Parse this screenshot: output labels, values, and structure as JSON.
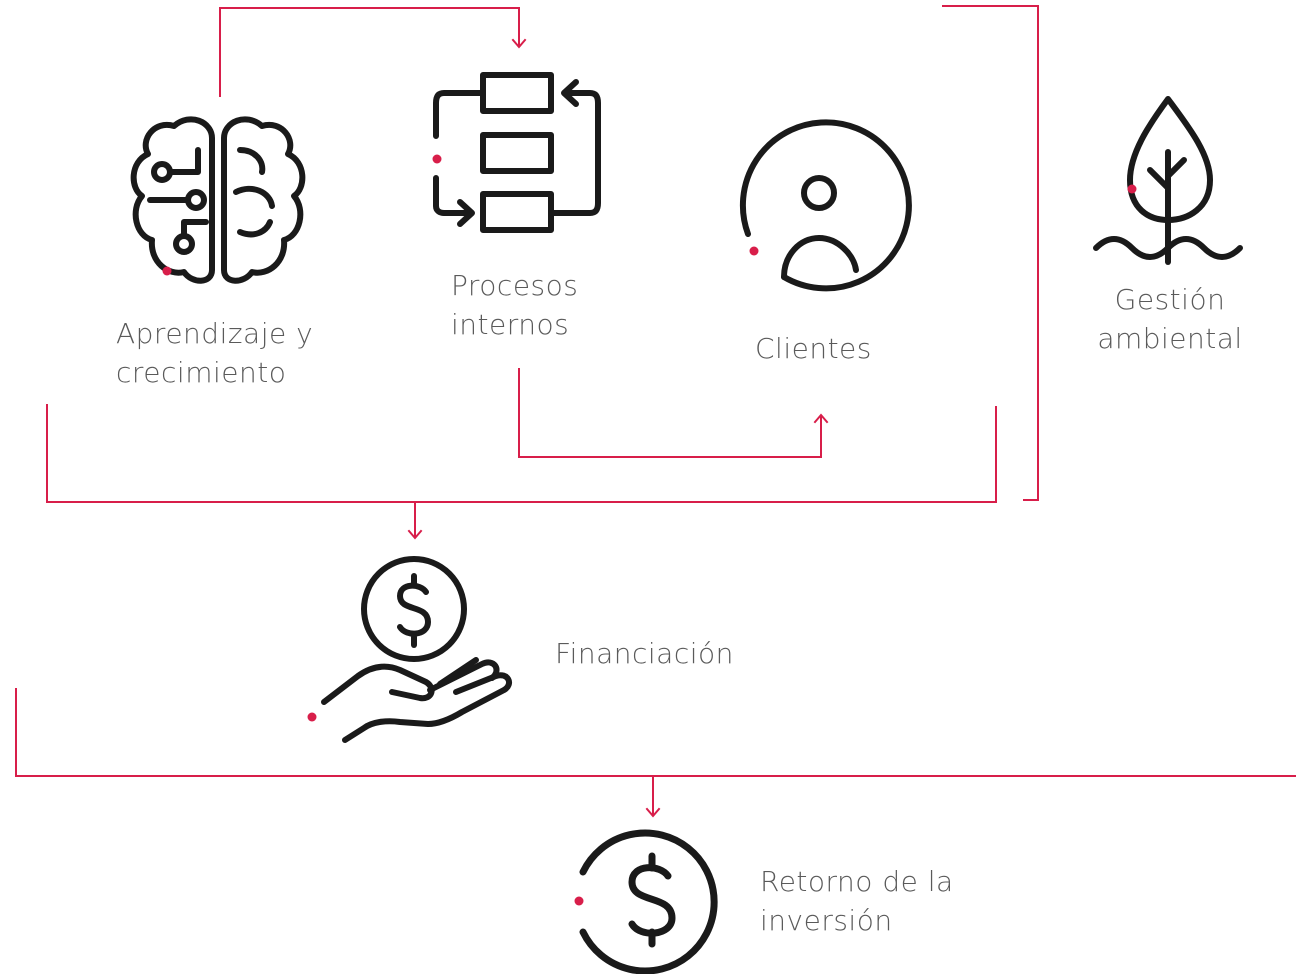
{
  "colors": {
    "accent": "#d81e4a",
    "icon": "#1a1a1a",
    "text": "#5a5a5a"
  },
  "nodes": {
    "aprendizaje": {
      "icon": "brain-icon",
      "lines": [
        "Aprendizaje y",
        "crecimiento"
      ]
    },
    "procesos": {
      "icon": "process-flow-icon",
      "lines": [
        "Procesos",
        "internos"
      ]
    },
    "clientes": {
      "icon": "user-circle-icon",
      "lines": [
        "Clientes"
      ]
    },
    "gestion": {
      "icon": "plant-icon",
      "lines": [
        "Gestión",
        "ambiental"
      ]
    },
    "financiacion": {
      "icon": "hand-coin-icon",
      "lines": [
        "Financiación"
      ]
    },
    "retorno": {
      "icon": "dollar-circle-icon",
      "lines": [
        "Retorno de la",
        "inversión"
      ]
    }
  }
}
